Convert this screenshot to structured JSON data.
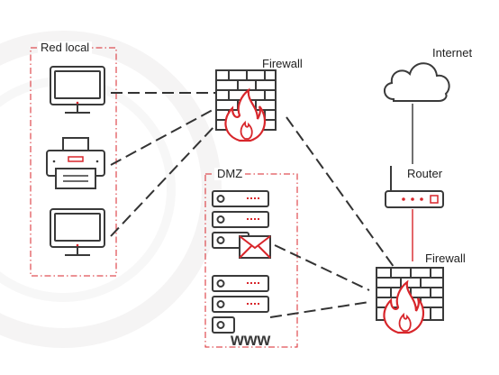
{
  "zones": {
    "local": {
      "label": "Red local"
    },
    "dmz": {
      "label": "DMZ"
    }
  },
  "nodes": {
    "firewall_internal": {
      "label": "Firewall",
      "icon": "firewall-icon"
    },
    "firewall_external": {
      "label": "Firewall",
      "icon": "firewall-icon"
    },
    "internet": {
      "label": "Internet",
      "icon": "cloud-icon"
    },
    "router": {
      "label": "Router",
      "icon": "router-icon"
    },
    "monitor_top": {
      "icon": "monitor-icon"
    },
    "printer": {
      "icon": "printer-icon"
    },
    "monitor_bottom": {
      "icon": "monitor-icon"
    },
    "mail_server": {
      "icon": "mail-server-icon"
    },
    "web_server": {
      "icon": "web-server-icon",
      "tag": "www"
    }
  },
  "colors": {
    "accent": "#d8262b",
    "stroke": "#3a3a3a",
    "link": "#333333",
    "watermark": "#f0efef"
  }
}
